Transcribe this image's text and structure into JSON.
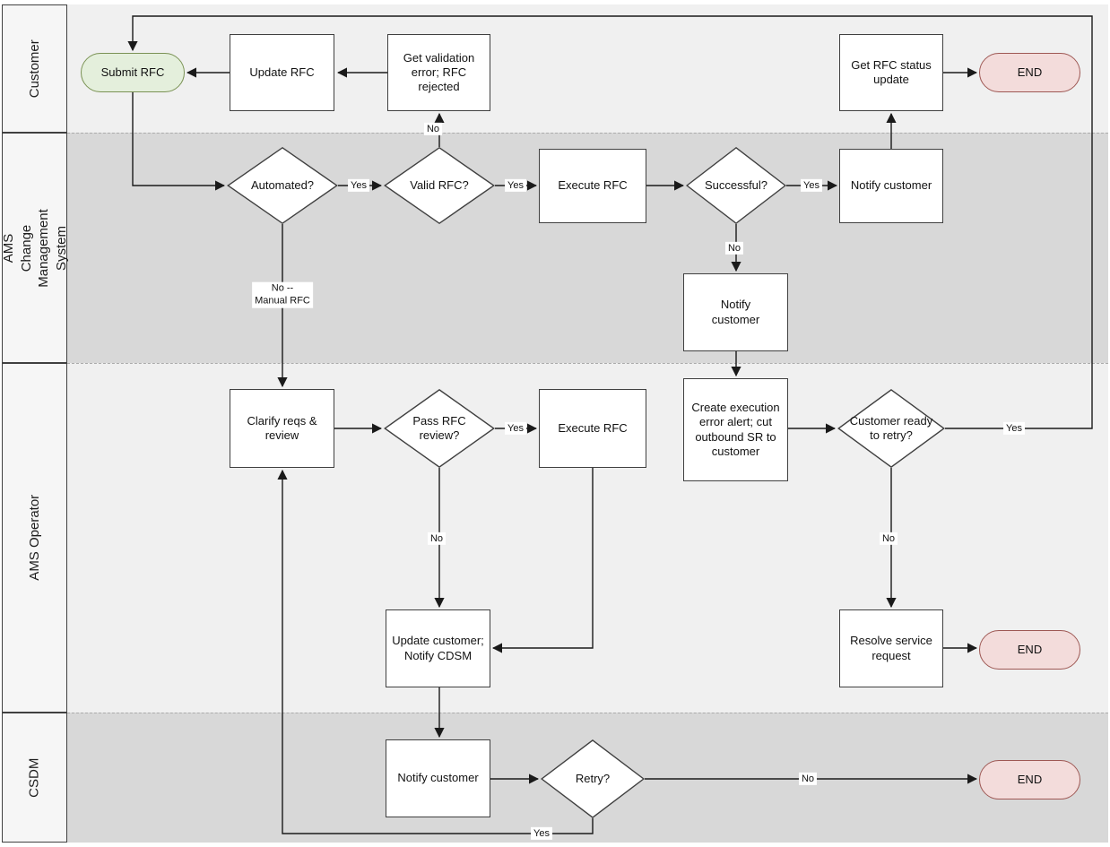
{
  "lanes": [
    {
      "id": "customer",
      "label": "Customer"
    },
    {
      "id": "ams-cms",
      "label": "AMS Change Management System"
    },
    {
      "id": "ams-operator",
      "label": "AMS Operator"
    },
    {
      "id": "csdm",
      "label": "CSDM"
    }
  ],
  "nodes": {
    "submit_rfc": {
      "label": "Submit RFC",
      "type": "start"
    },
    "update_rfc": {
      "label": "Update RFC",
      "type": "process"
    },
    "get_validation_error": {
      "label": "Get validation error; RFC rejected",
      "type": "process"
    },
    "get_rfc_status": {
      "label": "Get RFC status update",
      "type": "process"
    },
    "end_customer": {
      "label": "END",
      "type": "end"
    },
    "automated": {
      "label": "Automated?",
      "type": "decision"
    },
    "valid_rfc": {
      "label": "Valid RFC?",
      "type": "decision"
    },
    "execute_rfc_auto": {
      "label": "Execute RFC",
      "type": "process"
    },
    "successful": {
      "label": "Successful?",
      "type": "decision"
    },
    "notify_customer_success": {
      "label": "Notify customer",
      "type": "process"
    },
    "notify_customer_fail": {
      "label": "Notify customer",
      "type": "process"
    },
    "clarify_reqs": {
      "label": "Clarify reqs & review",
      "type": "process"
    },
    "pass_rfc_review": {
      "label": "Pass RFC review?",
      "type": "decision"
    },
    "execute_rfc_manual": {
      "label": "Execute RFC",
      "type": "process"
    },
    "create_exec_error": {
      "label": "Create execution error alert; cut outbound SR to customer",
      "type": "process"
    },
    "customer_ready": {
      "label": "Customer ready to retry?",
      "type": "decision"
    },
    "update_customer": {
      "label": "Update customer; Notify CDSM",
      "type": "process"
    },
    "resolve_service": {
      "label": "Resolve service request",
      "type": "process"
    },
    "end_operator": {
      "label": "END",
      "type": "end"
    },
    "notify_customer_csdm": {
      "label": "Notify customer",
      "type": "process"
    },
    "retry": {
      "label": "Retry?",
      "type": "decision"
    },
    "end_csdm": {
      "label": "END",
      "type": "end"
    }
  },
  "edge_labels": {
    "automated_yes": "Yes",
    "automated_no": "No --\nManual RFC",
    "valid_rfc_yes": "Yes",
    "valid_rfc_no": "No",
    "successful_yes": "Yes",
    "successful_no": "No",
    "pass_review_yes": "Yes",
    "pass_review_no": "No",
    "customer_ready_yes": "Yes",
    "customer_ready_no": "No",
    "retry_no": "No",
    "retry_yes": "Yes"
  },
  "colors": {
    "start_fill": "#e4efdc",
    "start_border": "#7a9254",
    "end_fill": "#f3dcdb",
    "end_border": "#9e5854",
    "node_border": "#404040",
    "lane_light": "#f0f0f0",
    "lane_dark": "#d8d8d8"
  }
}
